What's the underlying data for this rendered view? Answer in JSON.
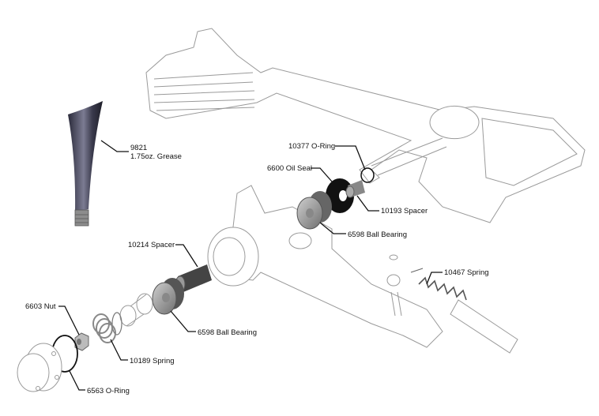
{
  "diagram": {
    "callouts": [
      {
        "id": "grease",
        "part_number": "9821",
        "name": "1.75oz. Grease"
      },
      {
        "id": "oring-10377",
        "text": "10377 O-Ring"
      },
      {
        "id": "oil-seal",
        "text": "6600 Oil Seal"
      },
      {
        "id": "spacer-10193",
        "text": "10193 Spacer"
      },
      {
        "id": "bearing-upper",
        "text": "6598 Ball Bearing"
      },
      {
        "id": "spacer-10214",
        "text": "10214 Spacer"
      },
      {
        "id": "spring-10467",
        "text": "10467 Spring"
      },
      {
        "id": "nut",
        "text": "6603 Nut"
      },
      {
        "id": "bearing-lower",
        "text": "6598 Ball Bearing"
      },
      {
        "id": "spring-10189",
        "text": "10189 Spring"
      },
      {
        "id": "oring-6563",
        "text": "6563 O-Ring"
      }
    ]
  }
}
